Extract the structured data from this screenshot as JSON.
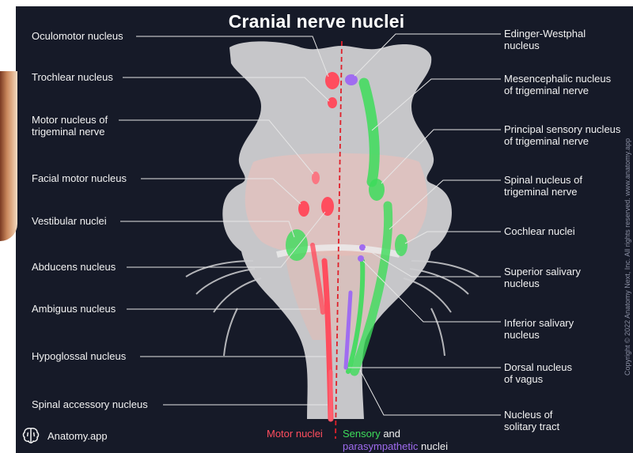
{
  "title": "Cranial nerve nuclei",
  "left_labels": [
    {
      "key": "oculomotor",
      "text": "Oculomotor nucleus"
    },
    {
      "key": "trochlear",
      "text": "Trochlear nucleus"
    },
    {
      "key": "motor_trigeminal",
      "lines": [
        "Motor nucleus of",
        "trigeminal nerve"
      ]
    },
    {
      "key": "facial_motor",
      "text": "Facial motor nucleus"
    },
    {
      "key": "vestibular",
      "text": "Vestibular nuclei"
    },
    {
      "key": "abducens",
      "text": "Abducens nucleus"
    },
    {
      "key": "ambiguus",
      "text": "Ambiguus nucleus"
    },
    {
      "key": "hypoglossal",
      "text": "Hypoglossal nucleus"
    },
    {
      "key": "spinal_accessory",
      "text": "Spinal accessory nucleus"
    }
  ],
  "right_labels": [
    {
      "key": "edinger_westphal",
      "lines": [
        "Edinger-Westphal",
        "nucleus"
      ]
    },
    {
      "key": "mesencephalic",
      "lines": [
        "Mesencephalic nucleus",
        "of trigeminal nerve"
      ]
    },
    {
      "key": "principal_sensory",
      "lines": [
        "Principal sensory nucleus",
        "of trigeminal nerve"
      ]
    },
    {
      "key": "spinal_trigeminal",
      "lines": [
        "Spinal nucleus of",
        "trigeminal nerve"
      ]
    },
    {
      "key": "cochlear",
      "text": "Cochlear nuclei"
    },
    {
      "key": "superior_salivary",
      "lines": [
        "Superior salivary",
        "nucleus"
      ]
    },
    {
      "key": "inferior_salivary",
      "lines": [
        "Inferior salivary",
        "nucleus"
      ]
    },
    {
      "key": "dorsal_vagus",
      "lines": [
        "Dorsal nucleus",
        "of vagus"
      ]
    },
    {
      "key": "solitary_tract",
      "lines": [
        "Nucleus of",
        "solitary tract"
      ]
    }
  ],
  "legend": {
    "motor": "Motor nuclei",
    "sensory": "Sensory",
    "and": "and",
    "parasympathetic": "parasympathetic",
    "nuclei": "nuclei"
  },
  "brand": {
    "name": "Anatomy.app",
    "logo_icon": "brain-logo-icon"
  },
  "copyright": "Copyright © 2022 Anatomy Next, Inc. All rights reserved. www.anatomy.app",
  "colors": {
    "background": "#161a28",
    "motor": "#ff4d5e",
    "sensory": "#3ddc5a",
    "parasympathetic": "#a06cf0",
    "midline": "#e0202a"
  }
}
